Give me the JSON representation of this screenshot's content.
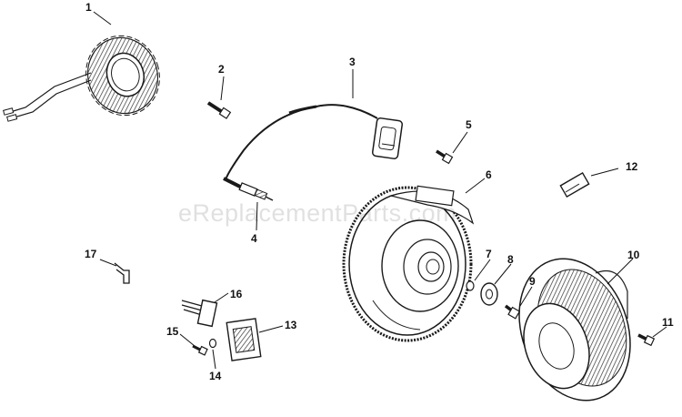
{
  "watermark": "eReplacementParts.com",
  "callouts": {
    "c1": "1",
    "c2": "2",
    "c3": "3",
    "c4": "4",
    "c5": "5",
    "c6": "6",
    "c7": "7",
    "c8": "8",
    "c9": "9",
    "c10": "10",
    "c11": "11",
    "c12": "12",
    "c13": "13",
    "c14": "14",
    "c15": "15",
    "c16": "16",
    "c17": "17"
  },
  "colors": {
    "line": "#1a1a1a",
    "background": "#ffffff"
  }
}
